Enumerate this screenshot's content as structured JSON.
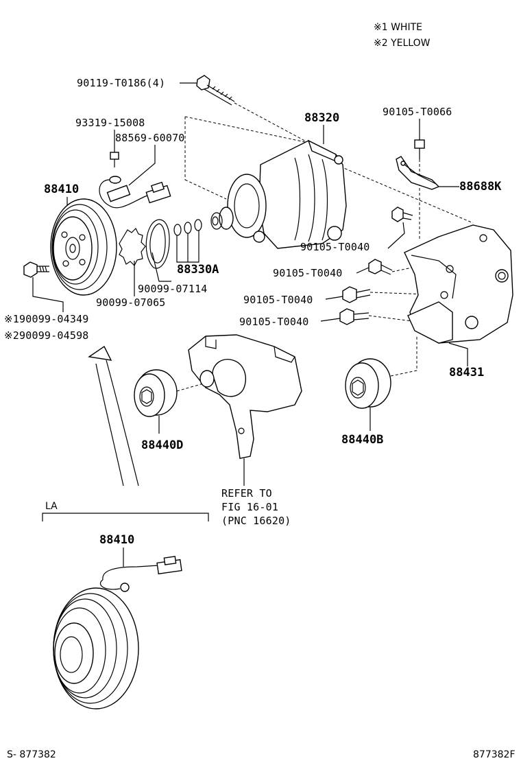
{
  "notes": {
    "note1": "※1 WHITE",
    "note2": "※2 YELLOW"
  },
  "labels": {
    "bolt_top": "90119-T0186(4)",
    "screw_93319": "93319-15008",
    "wire_88569": "88569-60070",
    "compressor": "88320",
    "bolt_t0066": "90105-T0066",
    "bracket_88688k": "88688K",
    "clutch_88410": "88410",
    "ring_88330a": "88330A",
    "bolt_t0040_a": "90105-T0040",
    "bolt_t0040_b": "90105-T0040",
    "bolt_t0040_c": "90105-T0040",
    "bolt_t0040_d": "90105-T0040",
    "snap_07114": "90099-07114",
    "snap_07065": "90099-07065",
    "bolt_04349": "※190099-04349",
    "bolt_04598": "※290099-04598",
    "bracket_88431": "88431",
    "pulley_88440d": "88440D",
    "pulley_88440b": "88440B",
    "refer_line1": "REFER TO",
    "refer_line2": "FIG 16-01",
    "refer_line3": "(PNC 16620)",
    "la_label": "LA",
    "clutch_la": "88410"
  },
  "footer": {
    "left": "S- 877382",
    "right": "877382F"
  }
}
